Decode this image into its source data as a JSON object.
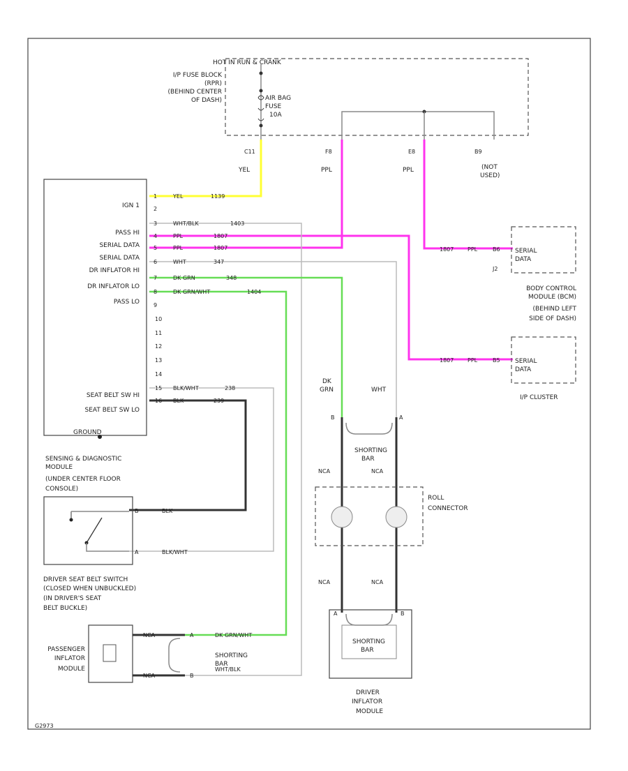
{
  "fuse_block": {
    "title": "HOT IN RUN & CRANK",
    "location": [
      "I/P FUSE BLOCK",
      "(RPR)",
      "(BEHIND CENTER",
      "OF DASH)"
    ],
    "fuse": [
      "AIR BAG",
      "FUSE",
      "10A"
    ],
    "pins": [
      "C11",
      "F8",
      "E8",
      "B9"
    ],
    "pin_note": [
      "(NOT",
      "USED)"
    ]
  },
  "wire_colors_top": [
    "YEL",
    "PPL",
    "PPL"
  ],
  "sdm": {
    "labels": [
      "IGN 1",
      "PASS HI",
      "SERIAL DATA",
      "SERIAL DATA",
      "DR INFLATOR HI",
      "DR INFLATOR LO",
      "PASS LO",
      "SEAT BELT SW HI",
      "SEAT BELT SW LO"
    ],
    "pins": [
      "1",
      "2",
      "3",
      "4",
      "5",
      "6",
      "7",
      "8",
      "9",
      "10",
      "11",
      "12",
      "13",
      "14",
      "15",
      "16"
    ],
    "wires": [
      {
        "color": "YEL",
        "circuit": "1139"
      },
      {
        "color": "WHT/BLK",
        "circuit": "1403"
      },
      {
        "color": "PPL",
        "circuit": "1807"
      },
      {
        "color": "PPL",
        "circuit": "1807"
      },
      {
        "color": "WHT",
        "circuit": "347"
      },
      {
        "color": "DK GRN",
        "circuit": "348"
      },
      {
        "color": "DK GRN/WHT",
        "circuit": "1404"
      },
      {
        "color": "BLK/WHT",
        "circuit": "238"
      },
      {
        "color": "BLK",
        "circuit": "239"
      }
    ],
    "ground": "GROUND",
    "name": [
      "SENSING & DIAGNOSTIC",
      "MODULE",
      "(UNDER CENTER FLOOR",
      "CONSOLE)"
    ]
  },
  "bcm": {
    "wire": [
      "1807",
      "PPL",
      "B6"
    ],
    "box_label": [
      "SERIAL",
      "DATA"
    ],
    "connector": "J2",
    "name": [
      "BODY CONTROL",
      "MODULE (BCM)",
      "(BEHIND LEFT",
      "SIDE OF DASH)"
    ]
  },
  "ipc": {
    "wire": [
      "1807",
      "PPL",
      "B5"
    ],
    "box_label": [
      "SERIAL",
      "DATA"
    ],
    "name": "I/P CLUSTER"
  },
  "coil": {
    "colors": [
      "DK",
      "GRN",
      "WHT"
    ],
    "pins": [
      "B",
      "A"
    ],
    "shorting_bar": [
      "SHORTING",
      "BAR"
    ],
    "nca": [
      "NCA",
      "NCA",
      "NCA",
      "NCA"
    ],
    "name": [
      "ROLL",
      "CONNECTOR"
    ]
  },
  "driver_module": {
    "pins": [
      "A",
      "B"
    ],
    "shorting_bar": [
      "SHORTING",
      "BAR"
    ],
    "name": [
      "DRIVER",
      "INFLATOR",
      "MODULE"
    ]
  },
  "seat_belt_switch": {
    "pins": [
      "B",
      "A"
    ],
    "wires": [
      "BLK",
      "BLK/WHT"
    ],
    "name": [
      "DRIVER SEAT BELT SWITCH",
      "(CLOSED WHEN UNBUCKLED)",
      "(IN DRIVER'S SEAT",
      "BELT BUCKLE)"
    ]
  },
  "passenger_module": {
    "name": [
      "PASSENGER",
      "INFLATOR",
      "MODULE"
    ],
    "wires": [
      "NCA",
      "NCA"
    ],
    "pins": [
      "A",
      "B"
    ],
    "harness": [
      "DK GRN/WHT",
      "WHT/BLK"
    ],
    "shorting_bar": [
      "SHORTING",
      "BAR"
    ]
  },
  "figure_code": "G2973"
}
